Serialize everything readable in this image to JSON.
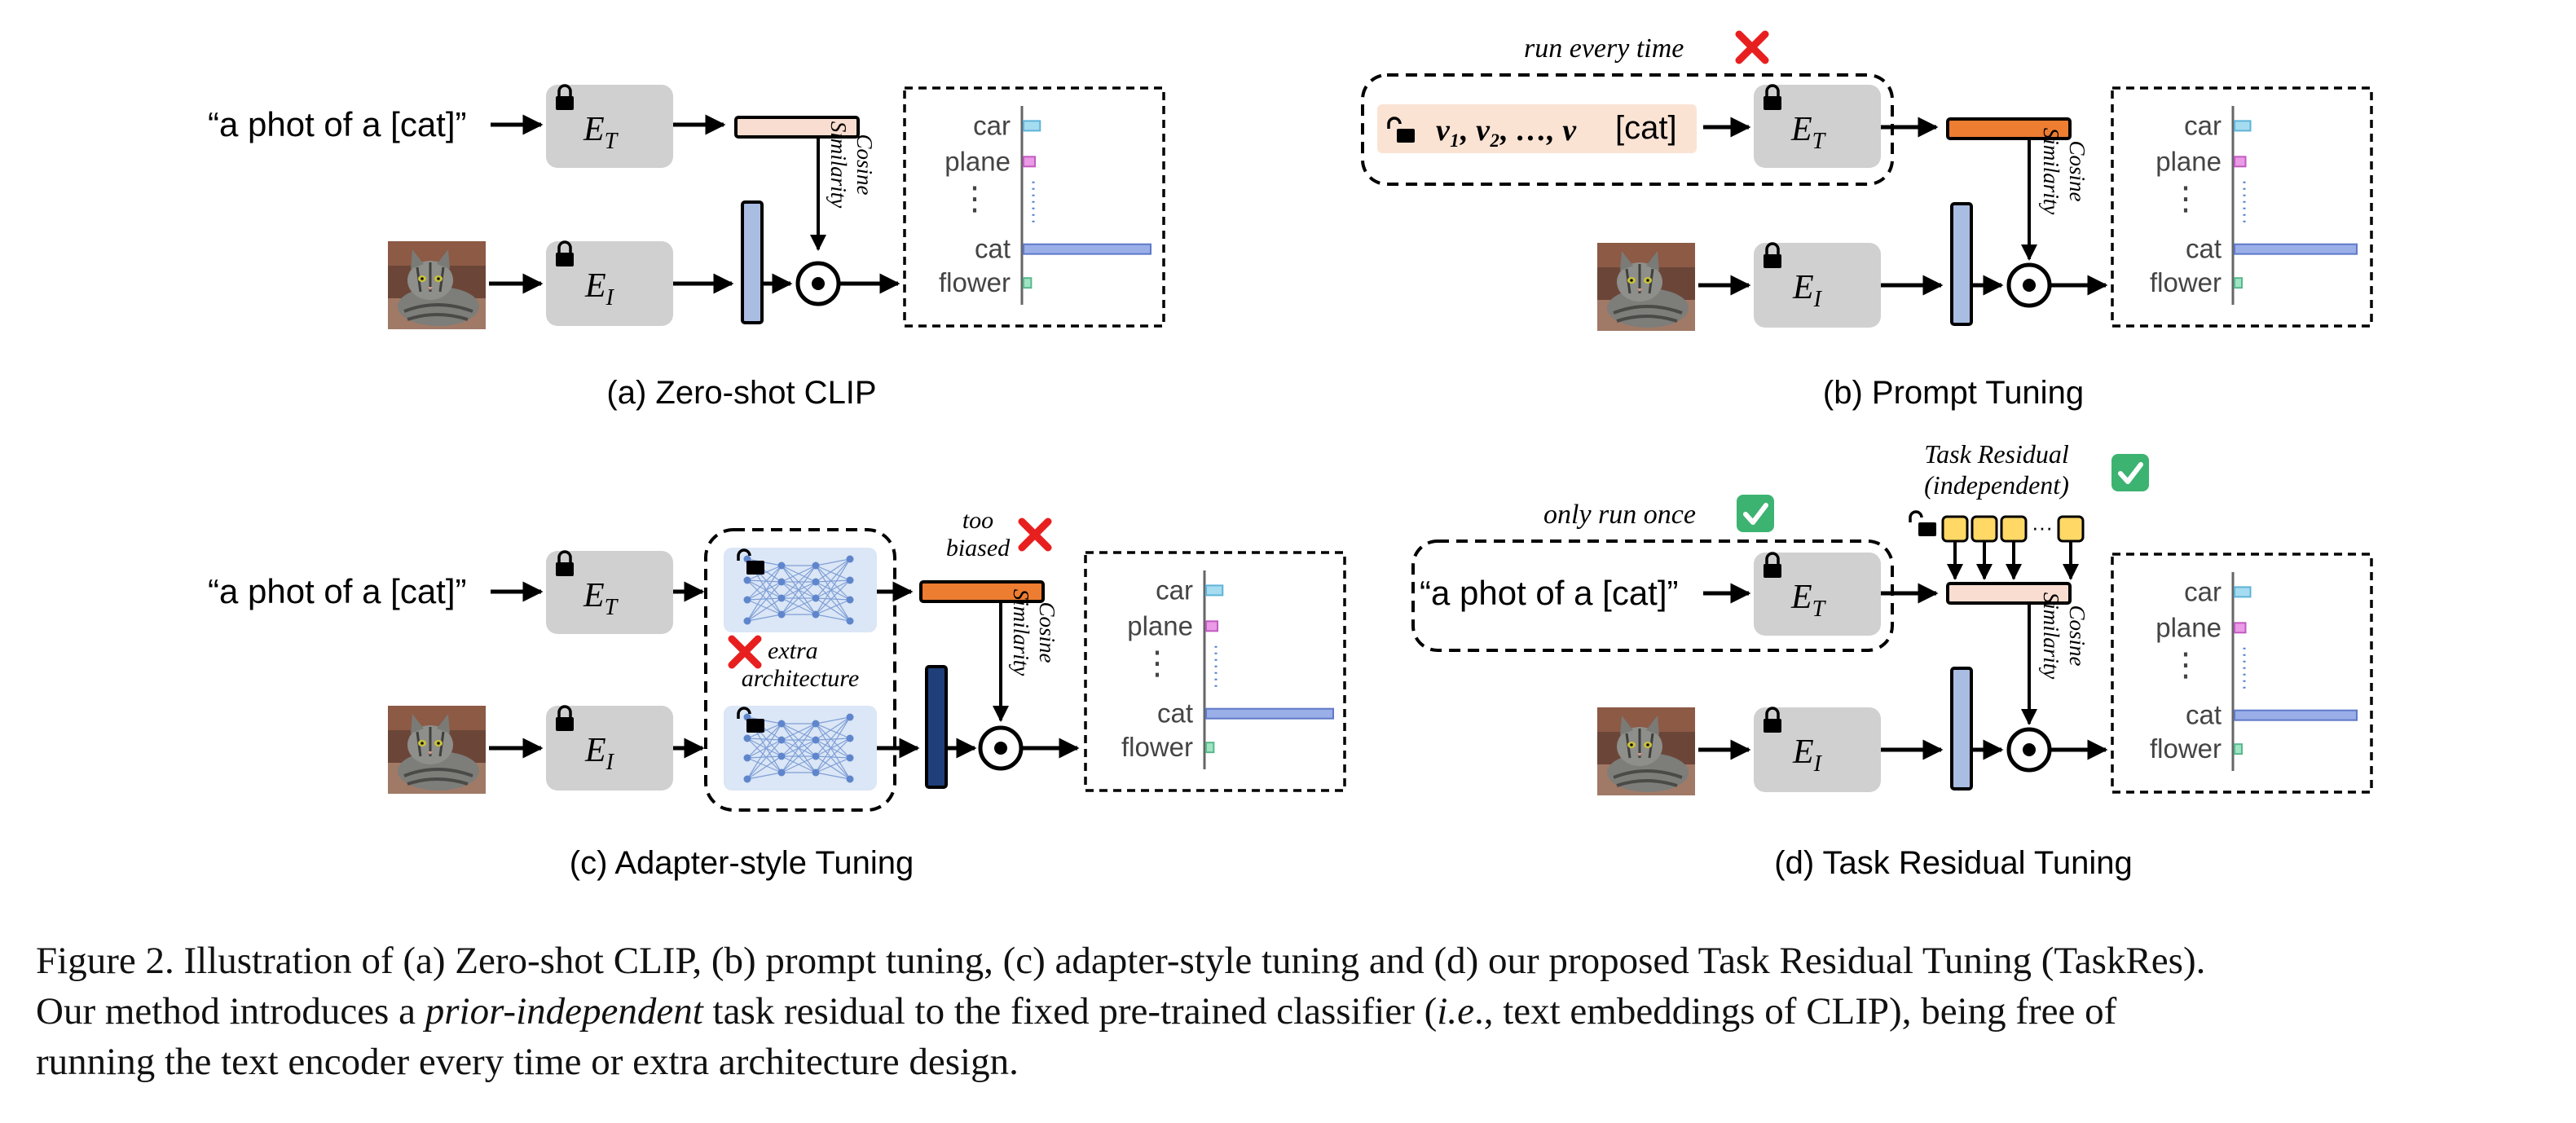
{
  "colors": {
    "encoder_box": "#d0d0d0",
    "feature_light": "#a9bde3",
    "feature_dark": "#1f3f7a",
    "embedding_plain": "#f8ddd0",
    "embedding_tuned": "#ed7d31",
    "prompt_tokens_bg": "#fbe3d4",
    "adapter_bg": "#dbe6f6",
    "residual_block": "#ffd866",
    "cross_red": "#e81f1f",
    "check_green": "#3cb371",
    "bar_car": "#a6dcf0",
    "bar_plane": "#ea9ae6",
    "bar_cat": "#9aaee8",
    "bar_flower": "#9fe3c4",
    "dots_blue": "#4f7fcf"
  },
  "icons": {
    "locked": "padlock-locked-icon",
    "unlocked": "padlock-unlocked-icon",
    "cross": "red-cross-icon",
    "check": "green-check-icon",
    "dot": "dot-product-icon",
    "image": "cat-photo"
  },
  "common": {
    "text_prompt": "“a phot of a [cat]”",
    "text_encoder_main": "E",
    "text_encoder_sub": "T",
    "image_encoder_main": "E",
    "image_encoder_sub": "I",
    "similarity_line1": "Cosine",
    "similarity_line2": "Similarity",
    "vdots": "⋮",
    "classes": [
      "car",
      "plane",
      "cat",
      "flower"
    ]
  },
  "chart_data": {
    "type": "bar",
    "categories": [
      "car",
      "plane",
      "cat",
      "flower"
    ],
    "values": [
      0.13,
      0.09,
      1.0,
      0.06
    ],
    "orientation": "horizontal"
  },
  "panels": {
    "a": {
      "caption": "(a) Zero-shot CLIP"
    },
    "b": {
      "caption": "(b) Prompt Tuning",
      "note": "run every time",
      "tokens": "v₁, v₂, …, v",
      "class_token": "[cat]"
    },
    "c": {
      "caption": "(c) Adapter-style Tuning",
      "note_line1": "too",
      "note_line2": "biased",
      "extra_line1": "extra",
      "extra_line2": "architecture"
    },
    "d": {
      "caption": "(d) Task Residual Tuning",
      "note": "only run once",
      "residual_line1": "Task Residual",
      "residual_line2": "(independent)"
    }
  },
  "caption": {
    "l1": "Figure 2. Illustration of (a) Zero-shot CLIP, (b) prompt tuning, (c) adapter-style tuning and (d) our proposed Task Residual Tuning (TaskRes).",
    "l2_a": "Our method introduces a ",
    "l2_em1": "prior-independent",
    "l2_b": " task residual to the fixed pre-trained classifier (",
    "l2_em2": "i.e",
    "l2_c": "., text embeddings of CLIP), being free of",
    "l3": "running the text encoder every time or extra architecture design."
  }
}
